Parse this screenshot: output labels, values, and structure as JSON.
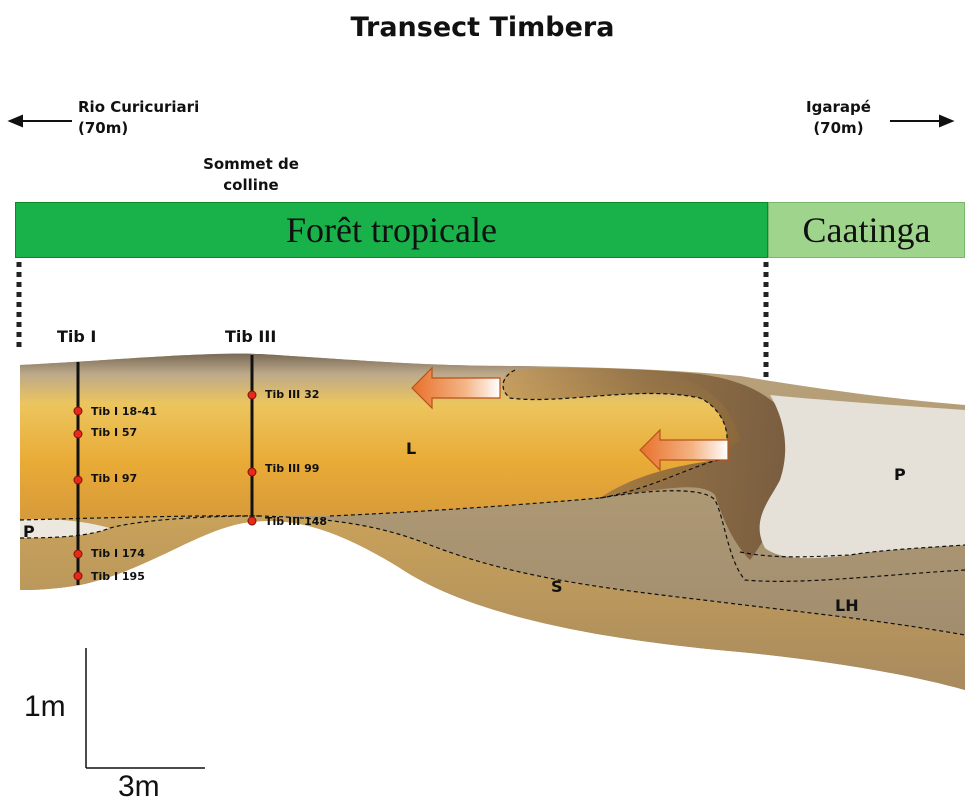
{
  "title": "Transect Timbera",
  "left_direction": {
    "line1": "Rio Curicuriari",
    "line2": "(70m)"
  },
  "right_direction": {
    "line1": "Igarapé",
    "line2": "(70m)"
  },
  "hilltop": {
    "line1": "Sommet de",
    "line2": "colline"
  },
  "vegetation": {
    "forest": "Forêt tropicale",
    "caatinga": "Caatinga"
  },
  "profiles": [
    {
      "name": "Tib I",
      "samples": [
        "Tib I 18-41",
        "Tib I 57",
        "Tib I 97",
        "Tib I 174",
        "Tib I 195"
      ]
    },
    {
      "name": "Tib III",
      "samples": [
        "Tib III 32",
        "Tib III 99",
        "Tib III 148"
      ]
    }
  ],
  "horizons": {
    "p_left": "P",
    "p_right": "P",
    "l": "L",
    "s": "S",
    "lh": "LH"
  },
  "scale": {
    "vertical": "1m",
    "horizontal": "3m"
  },
  "colors": {
    "forest": "#19b24a",
    "caatinga": "#9ed48b",
    "sample_dot": "#e8281b",
    "arrow": "#e8702a"
  }
}
